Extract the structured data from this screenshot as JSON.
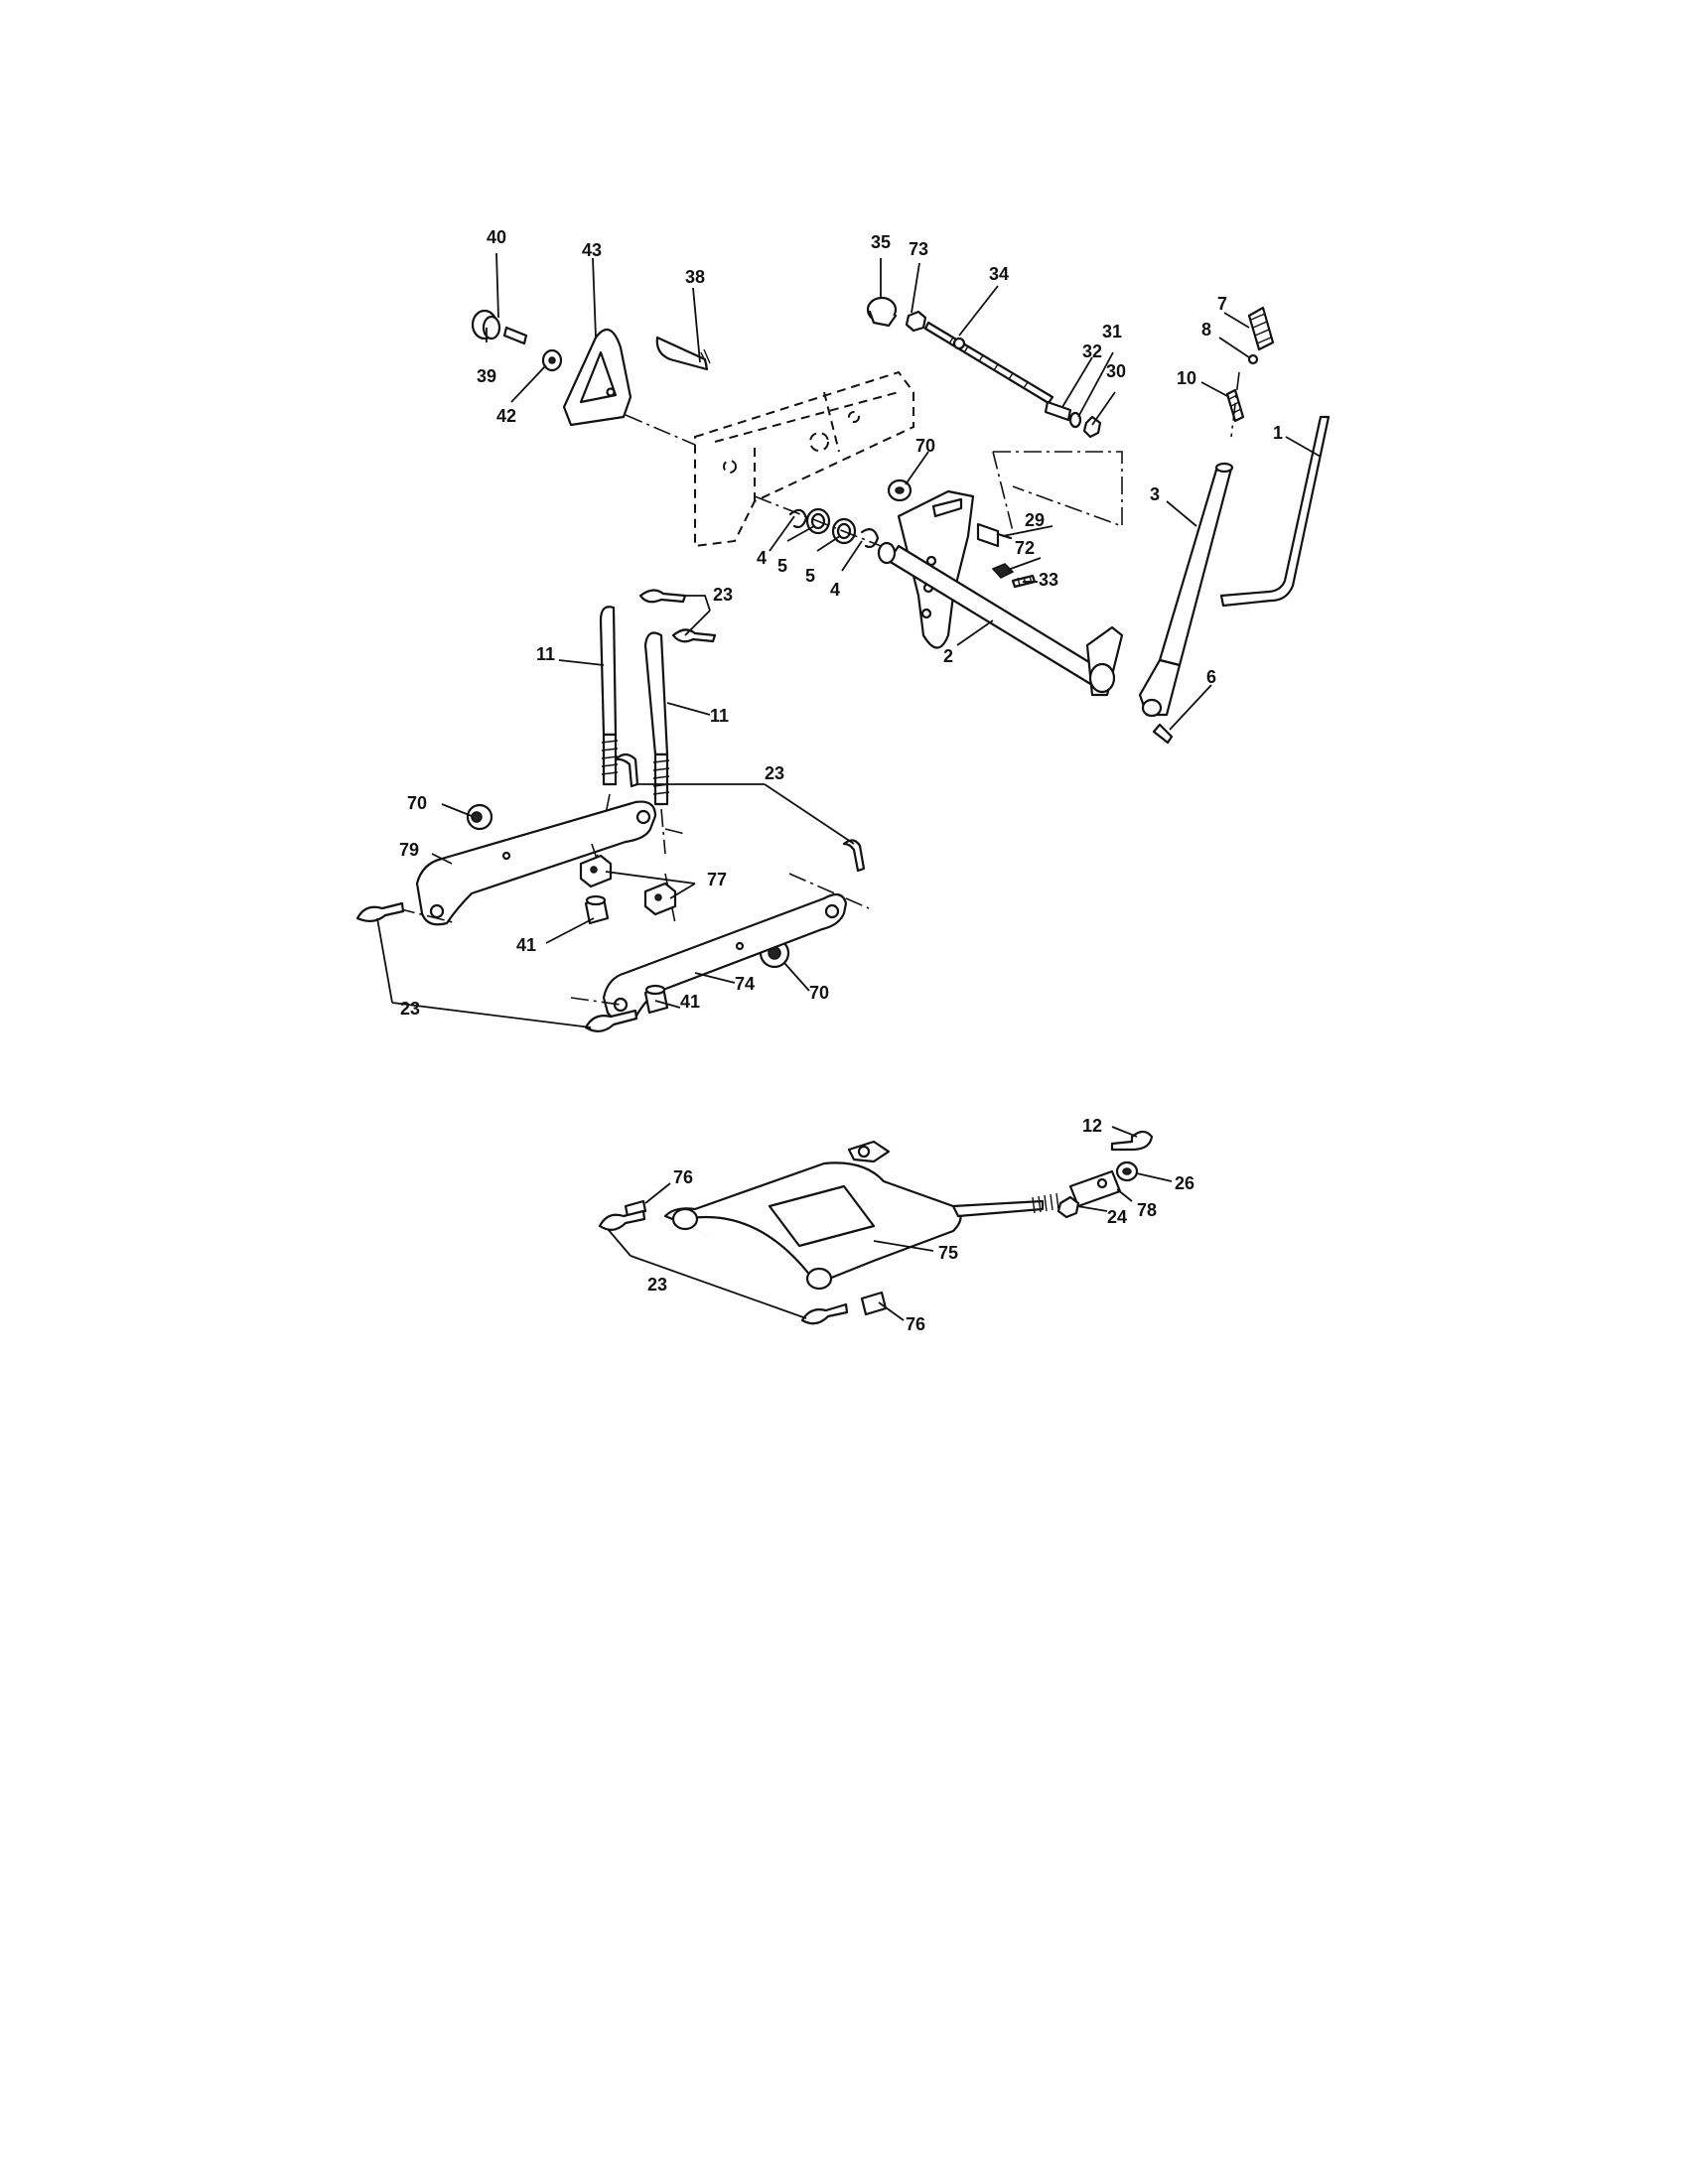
{
  "callouts": {
    "c1": "1",
    "c2": "2",
    "c3": "3",
    "c4a": "4",
    "c4b": "4",
    "c5a": "5",
    "c5b": "5",
    "c6": "6",
    "c7": "7",
    "c8": "8",
    "c10": "10",
    "c11a": "11",
    "c11b": "11",
    "c12": "12",
    "c23a": "23",
    "c23b": "23",
    "c23c": "23",
    "c23d": "23",
    "c24": "24",
    "c26": "26",
    "c29": "29",
    "c30": "30",
    "c31": "31",
    "c32": "32",
    "c33": "33",
    "c34": "34",
    "c35": "35",
    "c38": "38",
    "c39": "39",
    "c40": "40",
    "c41a": "41",
    "c41b": "41",
    "c42": "42",
    "c43": "43",
    "c70a": "70",
    "c70b": "70",
    "c70c": "70",
    "c72": "72",
    "c73": "73",
    "c74": "74",
    "c75": "75",
    "c76a": "76",
    "c76b": "76",
    "c77": "77",
    "c78": "78",
    "c79": "79"
  },
  "colors": {
    "line": "#111111",
    "background": "#ffffff",
    "shade": "#d8d8d8"
  }
}
